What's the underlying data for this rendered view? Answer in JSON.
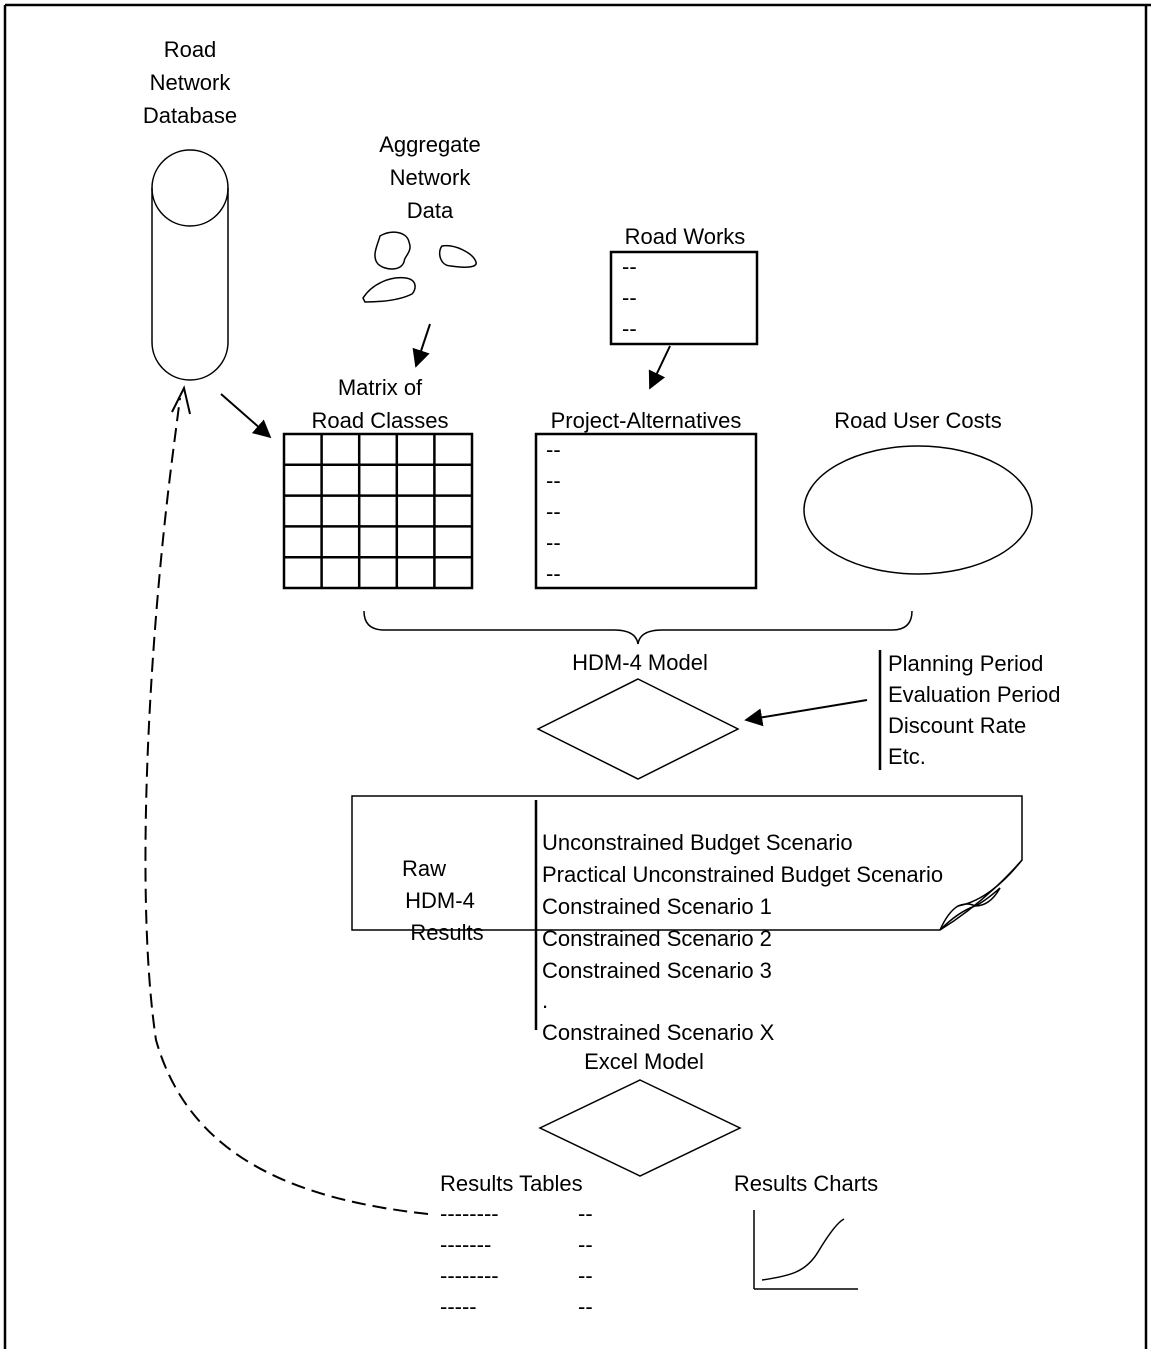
{
  "database": {
    "title_lines": [
      "Road",
      "Network",
      "Database"
    ]
  },
  "aggregate": {
    "title_lines": [
      "Aggregate",
      "Network",
      "Data"
    ]
  },
  "road_works": {
    "title": "Road Works",
    "items": [
      "--",
      "--",
      "--"
    ]
  },
  "matrix": {
    "title_lines": [
      "Matrix of",
      "Road Classes"
    ]
  },
  "project_alternatives": {
    "title": "Project-Alternatives",
    "items": [
      "--",
      "--",
      "--",
      "--",
      "--"
    ]
  },
  "road_user_costs": {
    "title": "Road User Costs"
  },
  "hdm4_model": {
    "title": "HDM-4 Model"
  },
  "parameters": {
    "items": [
      "Planning Period",
      "Evaluation Period",
      "Discount Rate",
      "Etc."
    ]
  },
  "raw_results": {
    "label_lines": [
      "Raw",
      "HDM-4",
      "Results"
    ],
    "items": [
      "Unconstrained Budget Scenario",
      "Practical Unconstrained Budget Scenario",
      "Constrained Scenario 1",
      "Constrained Scenario 2",
      "Constrained Scenario 3",
      ".",
      "Constrained Scenario X"
    ]
  },
  "excel_model": {
    "title": "Excel Model"
  },
  "results_tables": {
    "title": "Results Tables",
    "left_items": [
      "--------",
      "-------",
      "--------",
      "-----"
    ],
    "right_items": [
      "--",
      "--",
      "--",
      "--"
    ]
  },
  "results_charts": {
    "title": "Results Charts"
  }
}
